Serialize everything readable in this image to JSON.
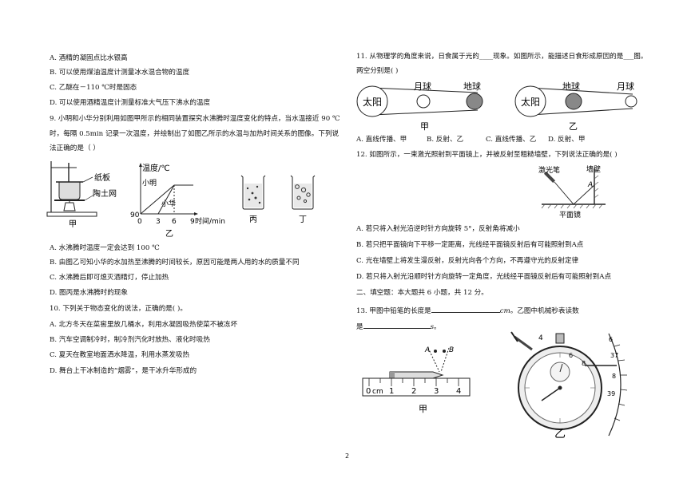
{
  "page_number": "2",
  "left": {
    "q8_options": [
      "A. 酒精的凝固点比水银高",
      "B. 可以使用煤油温度计测量冰水混合物的温度",
      "C. 乙醚在－110 ℃时是固态",
      "D. 可以使用酒精温度计测量标准大气压下沸水的温度"
    ],
    "q9_stem": [
      "9. 小明和小华分别利用如图甲所示的相同装置探究水沸腾时温度变化的特点，当水温接近 90 ℃",
      "时，每隔 0.5min 记录一次温度，并绘制出了如图乙所示的水温与加热时间关系的图像。下列说",
      "法正确的是（         ）"
    ],
    "q9_fig": {
      "apparatus_label_1": "纸板",
      "apparatus_label_2": "陶土网",
      "caption_jia": "甲",
      "graph_ylabel": "温度/℃",
      "graph_series_1": "小明",
      "graph_series_2": "小华",
      "graph_y_origin": "90",
      "graph_xticks": [
        "0",
        "3",
        "6",
        "9"
      ],
      "graph_xlabel": "时间/min",
      "caption_yi": "乙",
      "caption_bing": "丙",
      "caption_ding": "丁"
    },
    "q9_options": [
      "A. 水沸腾时温度一定会达到 100 ℃",
      "B. 由图乙可知小华的水加热至沸腾的时间较长，原因可能是两人用的水的质量不同",
      "C. 水沸腾后即可熄灭酒精灯，停止加热",
      "D. 图丙是水沸腾时的现象"
    ],
    "q10_stem": "10. 下列关于物态变化的说法，正确的是(    )。",
    "q10_options": [
      "A. 北方冬天在菜窖里放几桶水，利用水凝固吸热使菜不被冻坏",
      "B. 汽车空调制冷时，制冷剂汽化时放热、液化时吸热",
      "C. 夏天在教室地面洒水降温，利用水蒸发吸热",
      "D. 舞台上干冰制造的“烟雾”，是干冰升华形成的"
    ]
  },
  "right": {
    "q11_stem": [
      "11. 从物理学的角度来说，日食属于光的____现象。如图所示，能描述日食形成原因的是___图。",
      "两空分别是(         )"
    ],
    "q11_fig": {
      "sun": "太阳",
      "moon": "月球",
      "earth": "地球",
      "caption_jia": "甲",
      "caption_yi": "乙"
    },
    "q11_options": [
      "A. 直线传播、甲",
      "B. 反射、乙",
      "C. 直线传播、乙",
      "D. 反射、甲"
    ],
    "q12_stem": "12. 如图所示，一束激光照射到平面镜上，并被反射至粗糙墙壁，下列说法正确的是(          )",
    "q12_fig": {
      "laser": "激光笔",
      "wall": "墙壁",
      "point": "A",
      "mirror": "平面镜"
    },
    "q12_options": [
      "A. 若只将入射光沿逆时针方向旋转 5°，反射角将减小",
      "B. 若只把平面镜向下平移一定距离，光线经平面镜反射后有可能照射到A点",
      "C. 光在墙壁上将发生漫反射，反射光向各个方向，不再遵守光的反射定律",
      "D. 若只将入射光沿顺时针方向旋转一定角度，光线经平面镜反射后有可能照射到A点"
    ],
    "section2": "二、填空题：本大题共 6 小题，共 12 分。",
    "q13_part1": "13. 甲图中铅笔的长度是",
    "q13_unit1": "cm",
    "q13_part2": "。乙图中机械秒表读数",
    "q13_part3": "是",
    "q13_unit2": "s",
    "q13_end": "。",
    "q13_fig": {
      "label_a": "A",
      "label_b": "B",
      "ruler_ticks": [
        "0",
        "cm",
        "1",
        "2",
        "3",
        "4"
      ],
      "caption_jia": "甲",
      "dial_small": [
        "4",
        "6",
        "8"
      ],
      "dial_big": [
        "37",
        "8",
        "39"
      ],
      "dial_top": "6",
      "caption_yi": "乙"
    }
  }
}
